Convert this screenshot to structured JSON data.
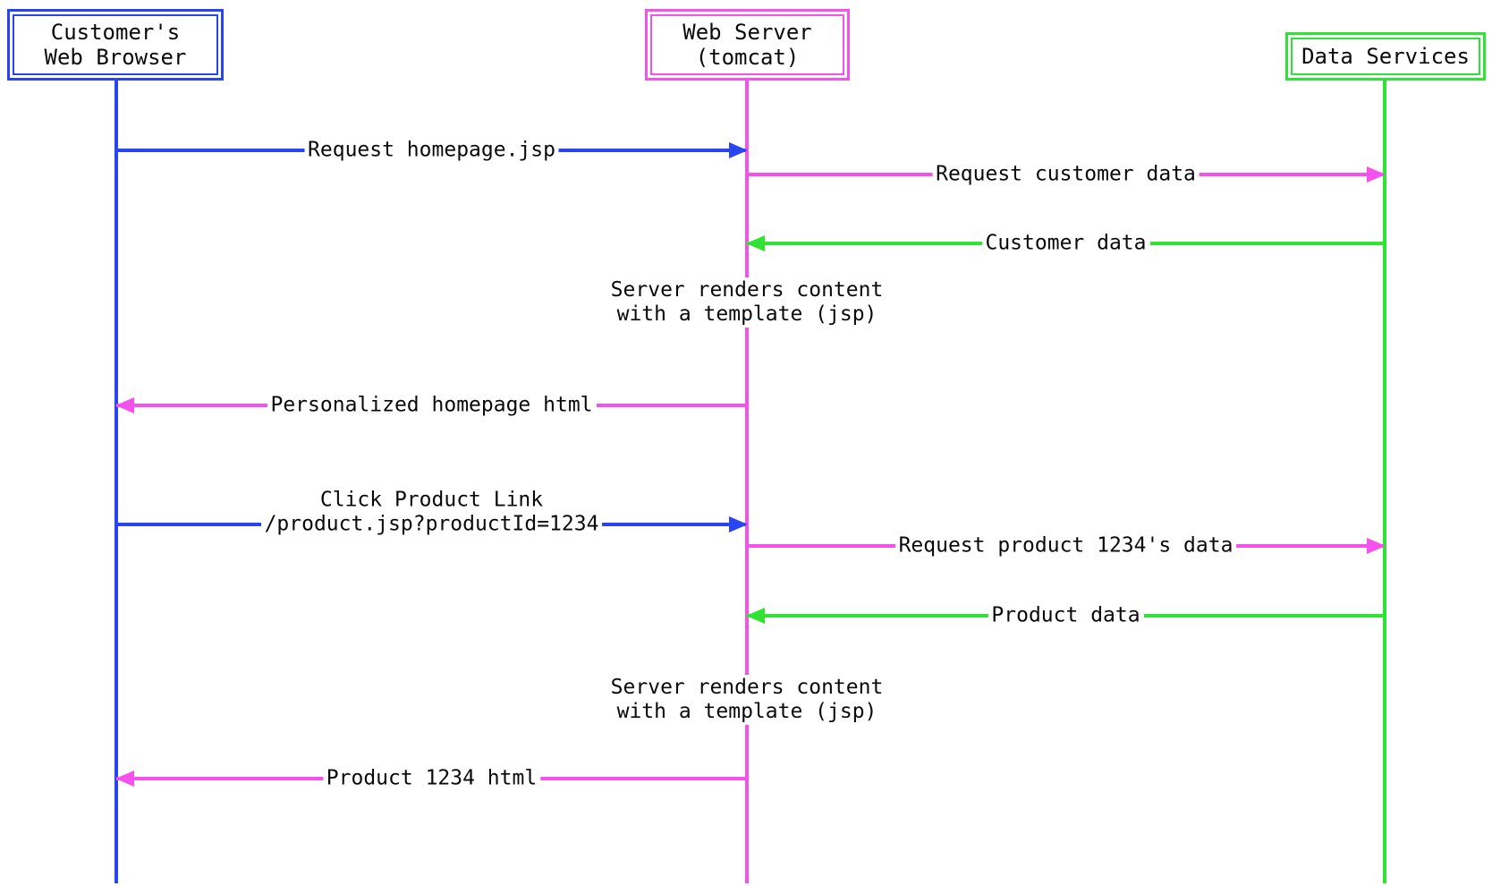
{
  "diagram_type": "sequence",
  "colors": {
    "browser_blue": "#2845f0",
    "server_magenta": "#f551ef",
    "data_green": "#2fe235",
    "text": "#0a0a0a",
    "background": "#ffffff"
  },
  "actors": [
    {
      "title_line1": "Customer's",
      "title_line2": "Web Browser",
      "color": "browser_blue"
    },
    {
      "title_line1": "Web Server",
      "title_line2": "(tomcat)",
      "color": "server_magenta"
    },
    {
      "title_line1": "Data Services",
      "color": "data_green"
    }
  ],
  "messages": [
    {
      "label": "Request homepage.jsp",
      "from": "Customer's Web Browser",
      "to": "Web Server (tomcat)",
      "color": "browser_blue"
    },
    {
      "label": "Request customer data",
      "from": "Web Server (tomcat)",
      "to": "Data Services",
      "color": "server_magenta"
    },
    {
      "label": "Customer data",
      "from": "Data Services",
      "to": "Web Server (tomcat)",
      "color": "data_green"
    },
    {
      "label": "Personalized homepage html",
      "from": "Web Server (tomcat)",
      "to": "Customer's Web Browser",
      "color": "server_magenta"
    },
    {
      "label_line1": "Click Product Link",
      "label": "/product.jsp?productId=1234",
      "from": "Customer's Web Browser",
      "to": "Web Server (tomcat)",
      "color": "browser_blue"
    },
    {
      "label": "Request product 1234's data",
      "from": "Web Server (tomcat)",
      "to": "Data Services",
      "color": "server_magenta"
    },
    {
      "label": "Product data",
      "from": "Data Services",
      "to": "Web Server (tomcat)",
      "color": "data_green"
    },
    {
      "label": "Product 1234 html",
      "from": "Web Server (tomcat)",
      "to": "Customer's Web Browser",
      "color": "server_magenta"
    }
  ],
  "notes": [
    {
      "line1": "Server renders content",
      "line2": "with a template (jsp)"
    },
    {
      "line1": "Server renders content",
      "line2": "with a template (jsp)"
    }
  ]
}
